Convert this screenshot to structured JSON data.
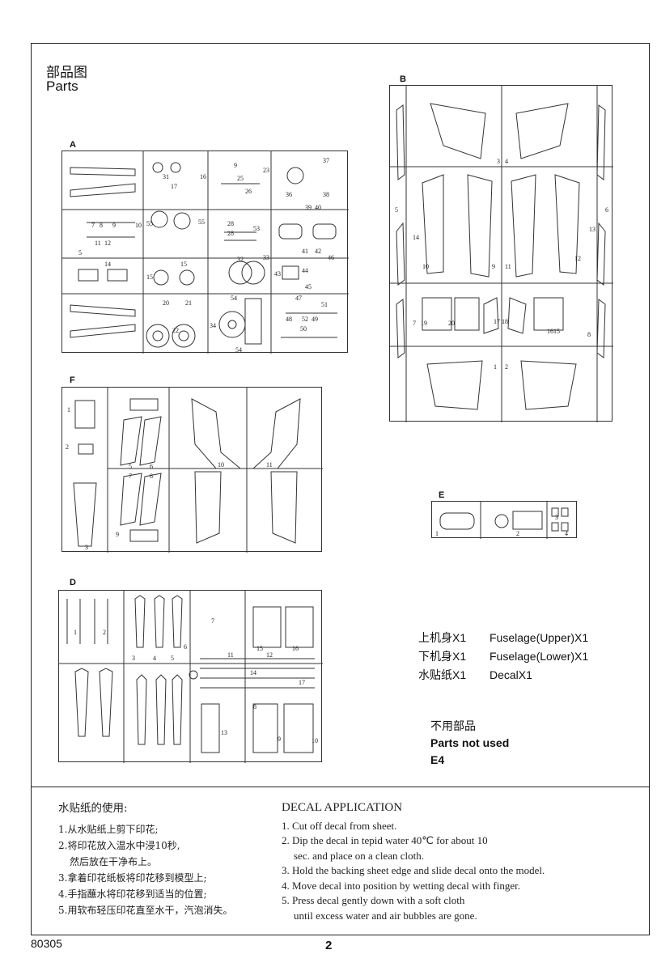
{
  "header": {
    "title_cn": "部品图",
    "title_en": "Parts"
  },
  "sprues": {
    "A": {
      "label": "A",
      "numbers": [
        "31",
        "16",
        "17",
        "9",
        "25",
        "23",
        "37",
        "26",
        "36",
        "38",
        "55",
        "55",
        "10",
        "7",
        "8",
        "9",
        "39",
        "40",
        "28",
        "53",
        "11",
        "12",
        "28",
        "41",
        "42",
        "5",
        "14",
        "15",
        "15",
        "32",
        "33",
        "43",
        "46",
        "44",
        "45",
        "54",
        "20",
        "21",
        "47",
        "51",
        "49",
        "52",
        "48",
        "50",
        "34",
        "22",
        "54"
      ]
    },
    "B": {
      "label": "B",
      "numbers": [
        "3",
        "4",
        "5",
        "6",
        "14",
        "13",
        "10",
        "9",
        "11",
        "12",
        "7",
        "19",
        "20",
        "17",
        "18",
        "16",
        "15",
        "8",
        "1",
        "2"
      ]
    },
    "F": {
      "label": "F",
      "numbers": [
        "1",
        "2",
        "3",
        "5",
        "6",
        "7",
        "8",
        "9",
        "10",
        "11"
      ]
    },
    "E": {
      "label": "E",
      "numbers": [
        "1",
        "2",
        "3",
        "4"
      ]
    },
    "D": {
      "label": "D",
      "numbers": [
        "1",
        "2",
        "3",
        "4",
        "5",
        "6",
        "7",
        "8",
        "9",
        "10",
        "11",
        "12",
        "13",
        "14",
        "15",
        "16",
        "17"
      ]
    }
  },
  "legend": [
    {
      "cn": "上机身X1",
      "en": "Fuselage(Upper)X1"
    },
    {
      "cn": "下机身X1",
      "en": "Fuselage(Lower)X1"
    },
    {
      "cn": "水贴纸X1",
      "en": "DecalX1"
    }
  ],
  "unused": {
    "cn": "不用部品",
    "en": "Parts not used",
    "parts": "E4"
  },
  "instructions_cn": {
    "heading": "水贴纸的使用:",
    "steps": [
      "1.从水贴纸上剪下印花;",
      "2.将印花放入温水中浸10秒,",
      "然后放在干净布上。",
      "3.拿着印花纸板将印花移到模型上;",
      "4.手指蘸水将印花移到适当的位置;",
      "5.用软布轻压印花直至水干，汽泡消失。"
    ]
  },
  "instructions_en": {
    "heading": "DECAL APPLICATION",
    "steps": [
      "1. Cut off decal from sheet.",
      "2. Dip the decal in tepid water 40℃ for about 10",
      "sec. and place on a clean cloth.",
      "3. Hold the backing sheet edge and slide decal onto the model.",
      "4. Move decal into position by wetting decal with finger.",
      "5. Press decal gently down with a soft cloth",
      "until excess water and air bubbles are gone."
    ]
  },
  "footer": {
    "code": "80305",
    "page": "2"
  }
}
